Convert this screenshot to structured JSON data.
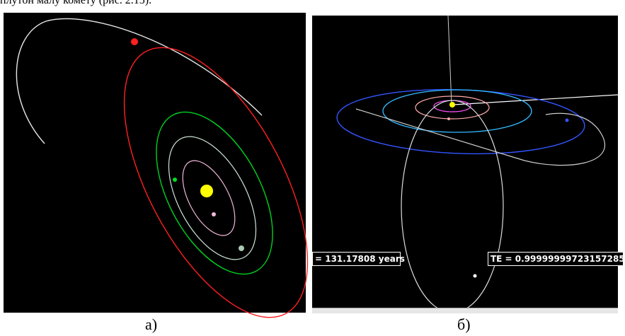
{
  "page": {
    "top_text": "плутон малу комету (рис. 2.15).",
    "captions": {
      "a": "а)",
      "b": "б)"
    }
  },
  "panel_a": {
    "objects": [
      "sun",
      "planet-orbits",
      "comet-orbit",
      "comet-trail"
    ],
    "colors": {
      "sun": "#ffff00",
      "comet": "#ff2020",
      "green_orbit": "#00d020",
      "inner_orbit": "#cfe6d8",
      "pink_orbit": "#f0b8d8",
      "trail": "#e8e8e8"
    }
  },
  "panel_b": {
    "time_readout": "= 131.17808 years",
    "energy_readout": "TE = 0.99999999723157285",
    "colors": {
      "blue_orbit": "#3355ff",
      "cyan_orbit": "#33bbff",
      "pink_orbit": "#ffaaaa",
      "magenta_orbit": "#ff55ff",
      "comet_orbit": "#dddddd",
      "sun": "#ffff00"
    }
  }
}
